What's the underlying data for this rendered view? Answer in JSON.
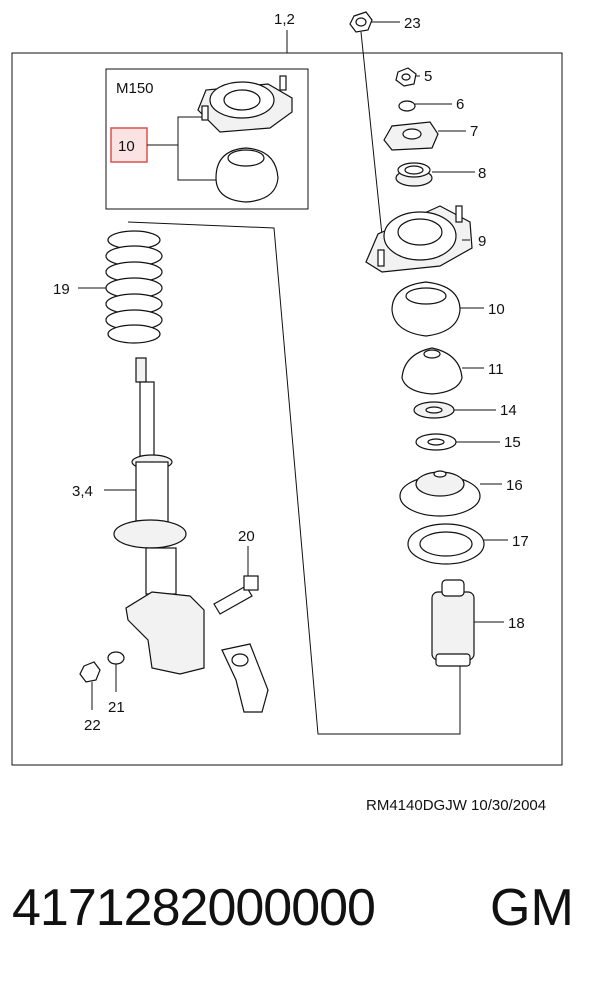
{
  "diagram": {
    "assembly_label": "1,2",
    "inset_title": "M150",
    "inset_callout": "10",
    "callouts": {
      "c23": "23",
      "c5": "5",
      "c6": "6",
      "c7": "7",
      "c8": "8",
      "c9": "9",
      "c10": "10",
      "c11": "11",
      "c14": "14",
      "c15": "15",
      "c16": "16",
      "c17": "17",
      "c18": "18",
      "c19": "19",
      "c34": "3,4",
      "c20": "20",
      "c21": "21",
      "c22": "22"
    },
    "highlight_color": "#d9534f"
  },
  "footer": {
    "drawing_ref": "RM4140DGJW  10/30/2004",
    "part_number": "4171282000000",
    "maker": "GM"
  }
}
